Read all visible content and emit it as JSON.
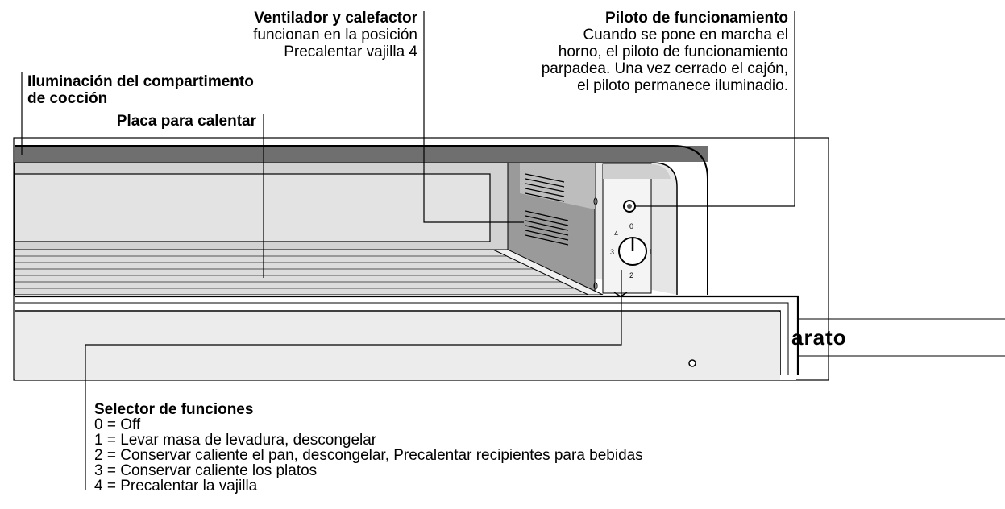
{
  "labels": {
    "ventilador": {
      "title": "Ventilador y calefactor",
      "lines": [
        "funcionan en la posición",
        "Precalentar vajilla 4"
      ]
    },
    "piloto": {
      "title": "Piloto de funcionamiento",
      "lines": [
        "Cuando se pone en marcha el",
        "horno, el piloto de funcionamiento",
        "parpadea. Una vez cerrado el cajón,",
        "el piloto permanece iluminadio."
      ]
    },
    "iluminacion": {
      "title_line1": "Iluminación del compartimento",
      "title_line2": "de cocción"
    },
    "placa": {
      "title": "Placa para calentar"
    },
    "selector": {
      "title": "Selector de funciones",
      "items": [
        "0 = Off",
        "1 = Levar masa de levadura, descongelar",
        "2 = Conservar caliente el pan, descongelar, Precalentar recipientes para bebidas",
        "3 = Conservar caliente los platos",
        "4 = Precalentar la vajilla"
      ]
    }
  },
  "dial": {
    "marks": [
      "0",
      "1",
      "2",
      "3",
      "4"
    ]
  },
  "section_heading": "arato",
  "colors": {
    "line": "#000000",
    "panel_grey": "#d2d2d2",
    "dark_band": "#6f6f6f",
    "light_fill": "#efefef"
  }
}
